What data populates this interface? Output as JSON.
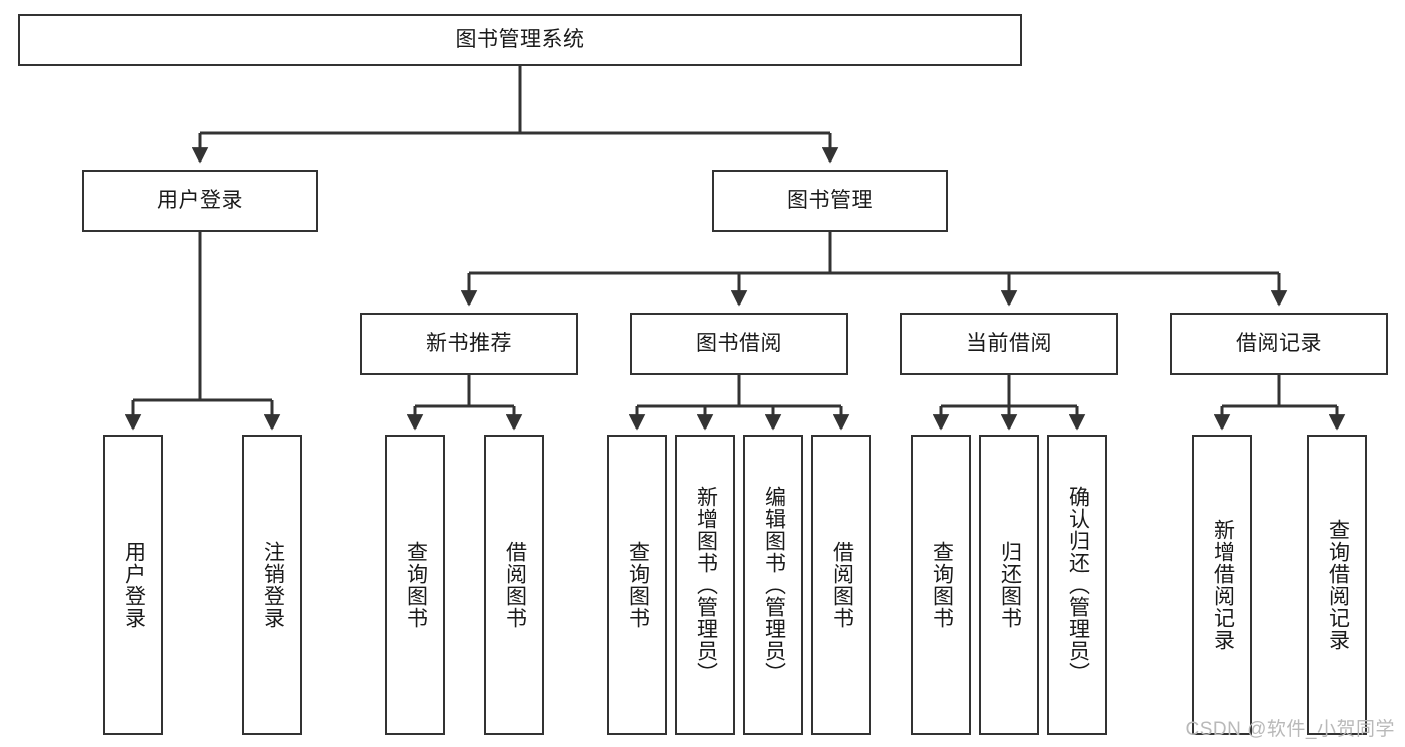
{
  "diagram": {
    "type": "tree-hierarchy",
    "title": "图书管理系统",
    "watermark": "CSDN @软件_小贺同学",
    "colors": {
      "stroke": "#333333",
      "fill": "#ffffff",
      "text": "#1a1a1a",
      "watermark": "#b9b9b9"
    },
    "levels": {
      "level0": {
        "label": "图书管理系统"
      },
      "level1": [
        {
          "label": "用户登录"
        },
        {
          "label": "图书管理"
        }
      ],
      "level2": [
        {
          "label": "新书推荐"
        },
        {
          "label": "图书借阅"
        },
        {
          "label": "当前借阅"
        },
        {
          "label": "借阅记录"
        }
      ],
      "level3": [
        {
          "label": "用户登录",
          "parent": "用户登录"
        },
        {
          "label": "注销登录",
          "parent": "用户登录"
        },
        {
          "label": "查询图书",
          "parent": "新书推荐"
        },
        {
          "label": "借阅图书",
          "parent": "新书推荐"
        },
        {
          "label": "查询图书",
          "parent": "图书借阅"
        },
        {
          "label": "新增图书（管理员）",
          "parent": "图书借阅"
        },
        {
          "label": "编辑图书（管理员）",
          "parent": "图书借阅"
        },
        {
          "label": "借阅图书",
          "parent": "图书借阅"
        },
        {
          "label": "查询图书",
          "parent": "当前借阅"
        },
        {
          "label": "归还图书",
          "parent": "当前借阅"
        },
        {
          "label": "确认归还（管理员）",
          "parent": "当前借阅"
        },
        {
          "label": "新增借阅记录",
          "parent": "借阅记录"
        },
        {
          "label": "查询借阅记录",
          "parent": "借阅记录"
        }
      ]
    },
    "nodes": {
      "root": "图书管理系统",
      "user_login": "用户登录",
      "book_manage": "图书管理",
      "new_book_rec": "新书推荐",
      "book_borrow": "图书借阅",
      "current_borrow": "当前借阅",
      "borrow_record": "借阅记录",
      "leaf_user_login": "用户登录",
      "leaf_logout": "注销登录",
      "leaf_query_book_1": "查询图书",
      "leaf_borrow_book_1": "借阅图书",
      "leaf_query_book_2": "查询图书",
      "leaf_add_book_admin": "新增图书（管理员）",
      "leaf_edit_book_admin": "编辑图书（管理员）",
      "leaf_borrow_book_2": "借阅图书",
      "leaf_query_book_3": "查询图书",
      "leaf_return_book": "归还图书",
      "leaf_confirm_return_admin": "确认归还（管理员）",
      "leaf_add_record": "新增借阅记录",
      "leaf_query_record": "查询借阅记录"
    }
  }
}
